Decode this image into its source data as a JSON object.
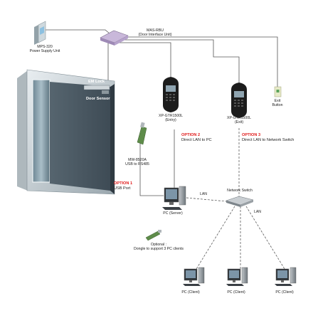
{
  "devices": {
    "power_supply": {
      "line1": "MPS-320",
      "line2": "Power Supply Unit"
    },
    "interface_unit": {
      "line1": "MAS-RBU",
      "line2": "(Door Interface Unit)"
    },
    "em_lock": "EM Lock",
    "door_sensor": "Door Sensor",
    "reader_entry": {
      "line1": "XP-GTR1500L",
      "line2": "(Entry)"
    },
    "reader_exit": {
      "line1": "XP-GTR1500L",
      "line2": "(Exit)"
    },
    "exit_button": {
      "line1": "Exit",
      "line2": "Button"
    },
    "converter": {
      "line1": "MW-8520A",
      "line2": "USB to RS485"
    },
    "pc_server": "PC (Server)",
    "network_switch": "Network Switch",
    "dongle": {
      "line1": "Optional :",
      "line2": "Dongle to support 3 PC clients"
    },
    "pc_clients": [
      "PC (Client)",
      "PC (Client)",
      "PC (Client)"
    ]
  },
  "options": [
    {
      "title": "OPTION 1",
      "desc": "USB Port"
    },
    {
      "title": "OPTION 2",
      "desc": "Direct LAN to PC"
    },
    {
      "title": "OPTION 3",
      "desc": "Direct LAN to Network Switch"
    }
  ],
  "links": {
    "lan_server_switch": "LAN",
    "lan_switch_clients": "LAN"
  },
  "colors": {
    "option_red": "#e01919",
    "door_panel": "#4b5a66",
    "reader_body": "#1c1c1c"
  }
}
